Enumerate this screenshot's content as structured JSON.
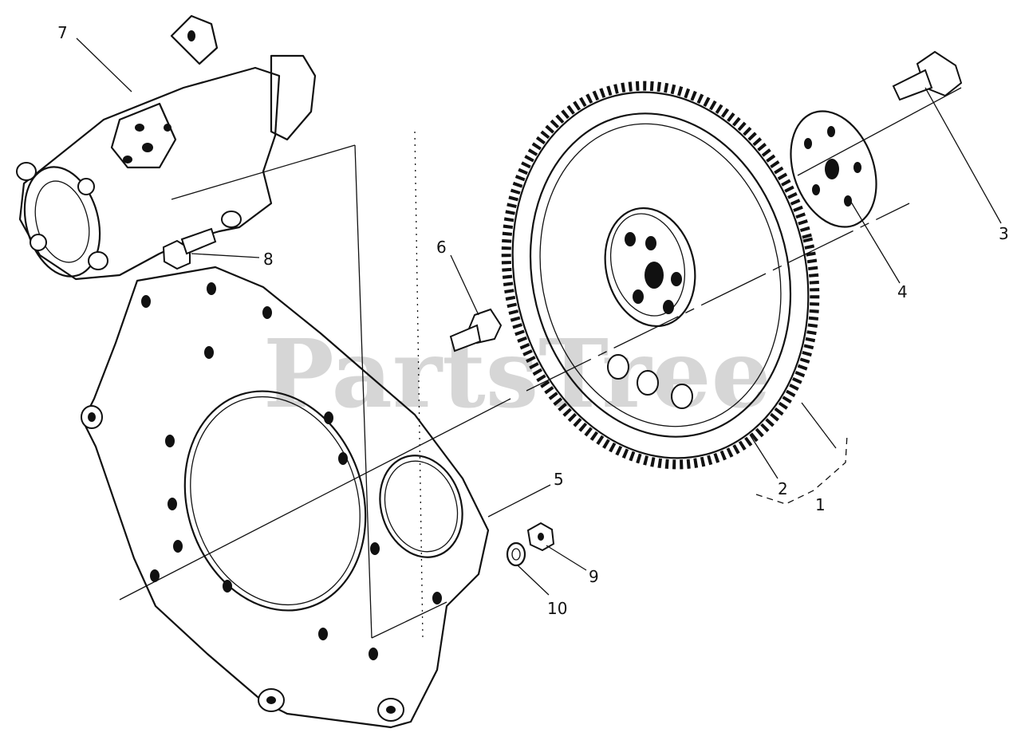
{
  "diagram": {
    "watermark": "PartsTree",
    "callouts": [
      {
        "id": "1",
        "text": "1"
      },
      {
        "id": "2",
        "text": "2"
      },
      {
        "id": "3",
        "text": "3"
      },
      {
        "id": "4",
        "text": "4"
      },
      {
        "id": "5",
        "text": "5"
      },
      {
        "id": "6",
        "text": "6"
      },
      {
        "id": "7",
        "text": "7"
      },
      {
        "id": "8",
        "text": "8"
      },
      {
        "id": "9",
        "text": "9"
      },
      {
        "id": "10",
        "text": "10"
      }
    ],
    "parts": {
      "flywheel": "flywheel-assembly",
      "ring_gear": "ring-gear",
      "bolt": "flywheel-bolt",
      "washer_plate": "flywheel-washer-plate",
      "end_plate": "engine-end-plate",
      "plate_bolt": "end-plate-bolt",
      "starter": "starter-motor",
      "starter_bolt": "starter-bolt",
      "nut": "hex-nut",
      "lock_washer": "lock-washer"
    }
  }
}
